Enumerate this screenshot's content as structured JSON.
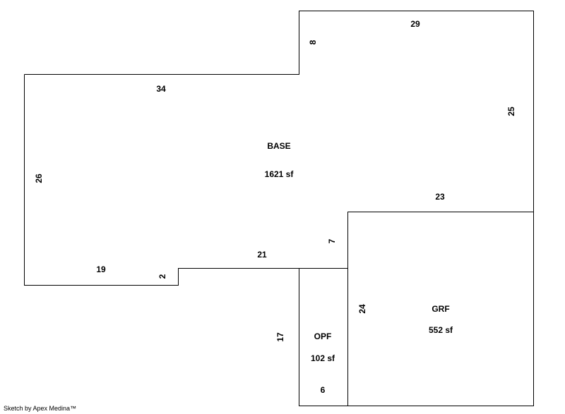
{
  "areas": {
    "base": {
      "name": "BASE",
      "area": "1621 sf"
    },
    "grf": {
      "name": "GRF",
      "area": "552 sf"
    },
    "opf": {
      "name": "OPF",
      "area": "102 sf"
    }
  },
  "dimensions": {
    "base_top_right": "29",
    "base_step_left": "8",
    "base_top_left": "34",
    "base_right": "25",
    "base_left": "26",
    "grf_top": "23",
    "base_notch": "7",
    "base_bottom_mid": "21",
    "base_bottom_left": "19",
    "base_small_step": "2",
    "grf_left": "24",
    "opf_left": "17",
    "opf_bottom": "6"
  },
  "footer": "Sketch by Apex Medina™"
}
